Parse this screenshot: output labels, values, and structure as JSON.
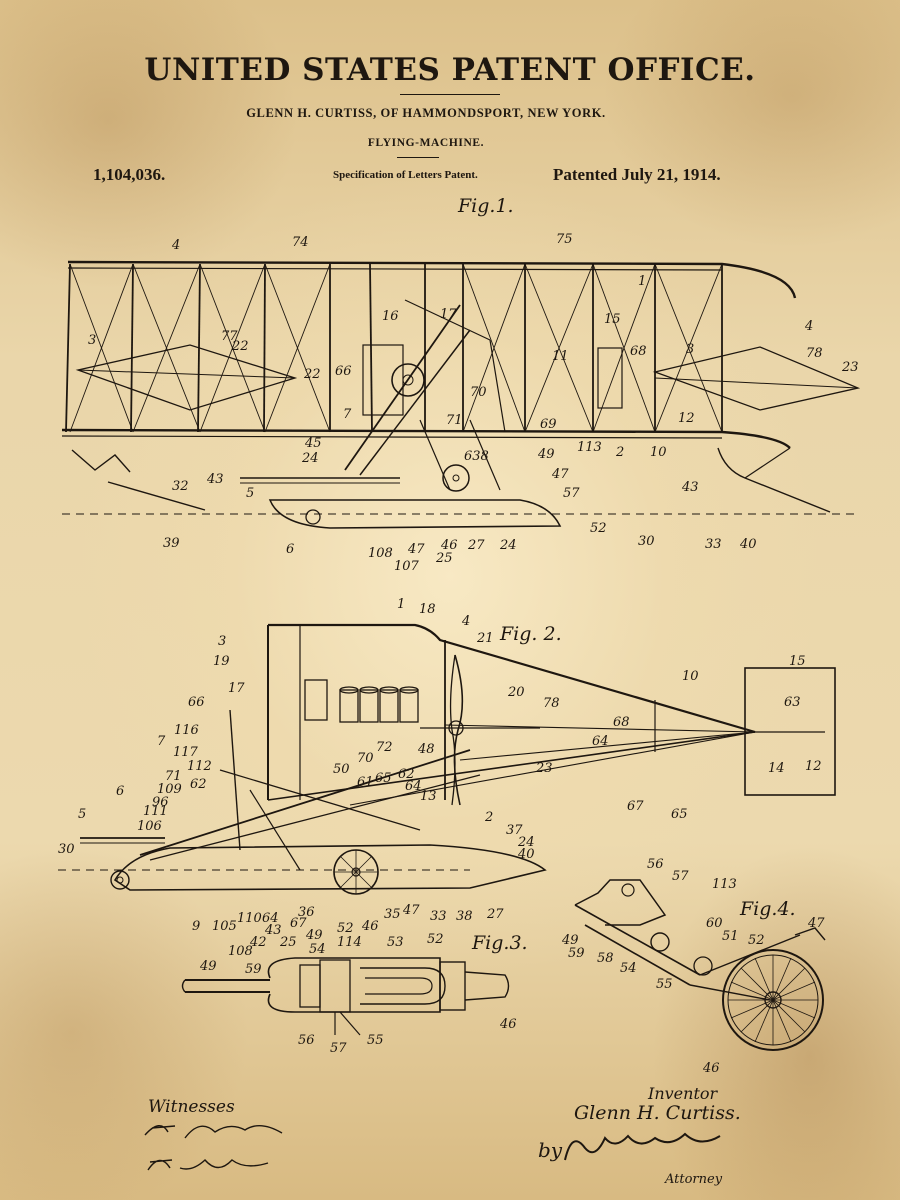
{
  "header": {
    "office_title": "UNITED STATES PATENT OFFICE.",
    "inventor_line": "GLENN H. CURTISS, OF HAMMONDSPORT, NEW YORK.",
    "invention_title": "FLYING-MACHINE.",
    "patent_number": "1,104,036.",
    "specification": "Specification of Letters Patent.",
    "patent_date": "Patented July 21, 1914."
  },
  "figures": {
    "fig1": "Fig.1.",
    "fig2": "Fig. 2.",
    "fig3": "Fig.3.",
    "fig4": "Fig.4."
  },
  "fig1_labels": [
    "74",
    "75",
    "4",
    "1",
    "3",
    "77",
    "22",
    "22",
    "16",
    "17",
    "15",
    "66",
    "68",
    "3",
    "4",
    "78",
    "23",
    "11",
    "70",
    "12",
    "7",
    "71",
    "69",
    "45",
    "24",
    "638",
    "113",
    "49",
    "2",
    "10",
    "43",
    "47",
    "43",
    "57",
    "52",
    "5",
    "33",
    "40",
    "32",
    "39",
    "6",
    "108",
    "47",
    "107",
    "46",
    "27",
    "24",
    "25",
    "30"
  ],
  "fig2_labels": [
    "1",
    "18",
    "4",
    "21",
    "3",
    "19",
    "17",
    "66",
    "116",
    "7",
    "117",
    "112",
    "71",
    "62",
    "109",
    "96",
    "111",
    "106",
    "20",
    "78",
    "72",
    "70",
    "48",
    "50",
    "61",
    "65",
    "62",
    "64",
    "13",
    "10",
    "68",
    "64",
    "63",
    "15",
    "14",
    "12",
    "67",
    "65",
    "23",
    "5",
    "6",
    "30",
    "9",
    "105",
    "110",
    "64",
    "43",
    "108",
    "42",
    "25",
    "36",
    "67",
    "49",
    "52",
    "114",
    "54",
    "46",
    "35",
    "47",
    "33",
    "38",
    "27",
    "2",
    "37",
    "24",
    "40"
  ],
  "fig3_labels": [
    "53",
    "52",
    "59",
    "49",
    "56",
    "57",
    "55",
    "46"
  ],
  "fig4_labels": [
    "56",
    "57",
    "113",
    "60",
    "51",
    "52",
    "47",
    "49",
    "59",
    "58",
    "54",
    "55",
    "46"
  ],
  "signatures": {
    "witnesses_label": "Witnesses",
    "inventor_label": "Inventor",
    "inventor_name": "Glenn H. Curtiss.",
    "attorney_label": "Attorney",
    "by_label": "by"
  }
}
